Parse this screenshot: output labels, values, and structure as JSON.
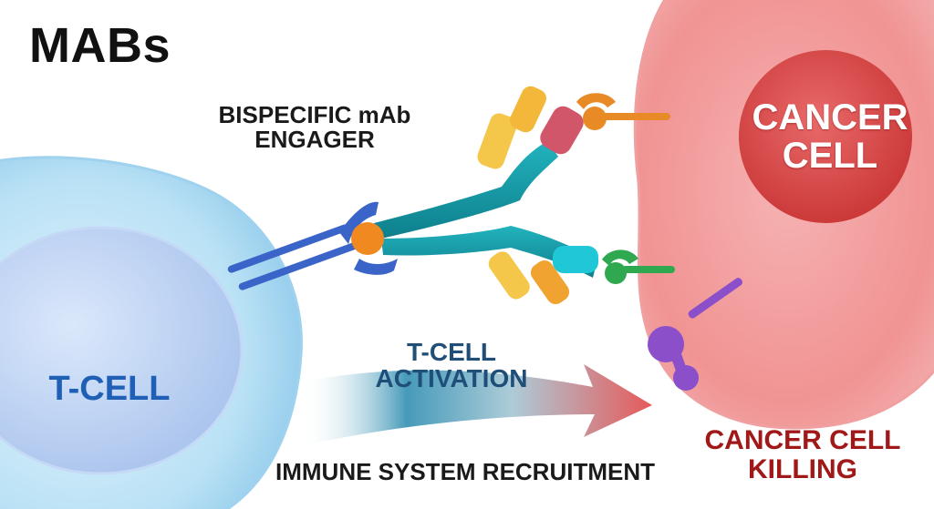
{
  "title": "MABs",
  "labels": {
    "engager_line1": "BISPECIFIC mAb",
    "engager_line2": "ENGAGER",
    "cancer_line1": "CANCER",
    "cancer_line2": "CELL",
    "tcell": "T-CELL",
    "activation_line1": "T-CELL",
    "activation_line2": "ACTIVATION",
    "recruitment": "IMMUNE SYSTEM RECRUITMENT",
    "killing_line1": "CANCER CELL",
    "killing_line2": "KILLING"
  },
  "colors": {
    "tcell": "#a9d6ef",
    "tcell_nucleus": "#b6cdef",
    "cancer": "#ef8d8d",
    "cancer_nucleus": "#d84848",
    "antibody": "#159aa6",
    "tcr_receptor": "#3b64c9",
    "cd3_binding": "#f08a20",
    "antigen_orange": "#e88a26",
    "antigen_green": "#2fa850",
    "killer_protein": "#8a4fc9",
    "arrow_start": "#2a8fb0",
    "arrow_end": "#e24a4a"
  }
}
